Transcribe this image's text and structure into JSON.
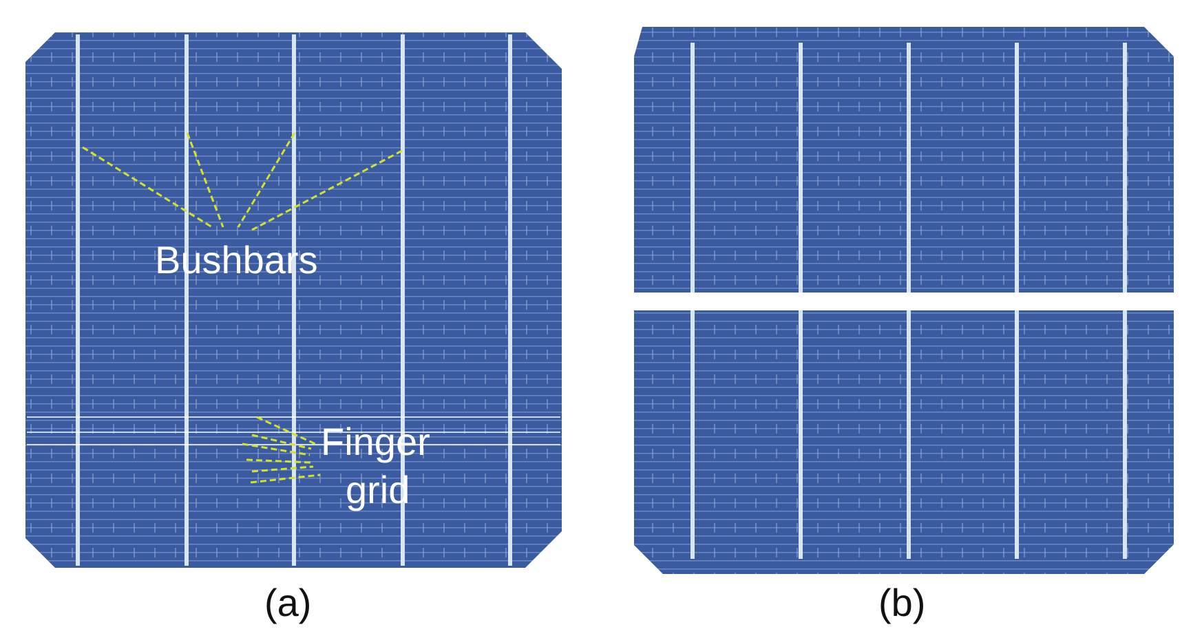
{
  "figure": {
    "panel_a": {
      "caption": "(a)",
      "busbars_label": "Bushbars",
      "finger_label_line1": "Finger",
      "finger_label_line2": "grid"
    },
    "panel_b": {
      "caption": "(b)"
    }
  },
  "colors": {
    "cell_blue": "#3a5a9e",
    "cell_blue_dark": "#2e4a8a",
    "busbar": "#d8e6f2",
    "finger": "#6a86c2",
    "annotation_line": "#d4e32a",
    "label_text": "#ffffff",
    "caption_text": "#111111"
  }
}
